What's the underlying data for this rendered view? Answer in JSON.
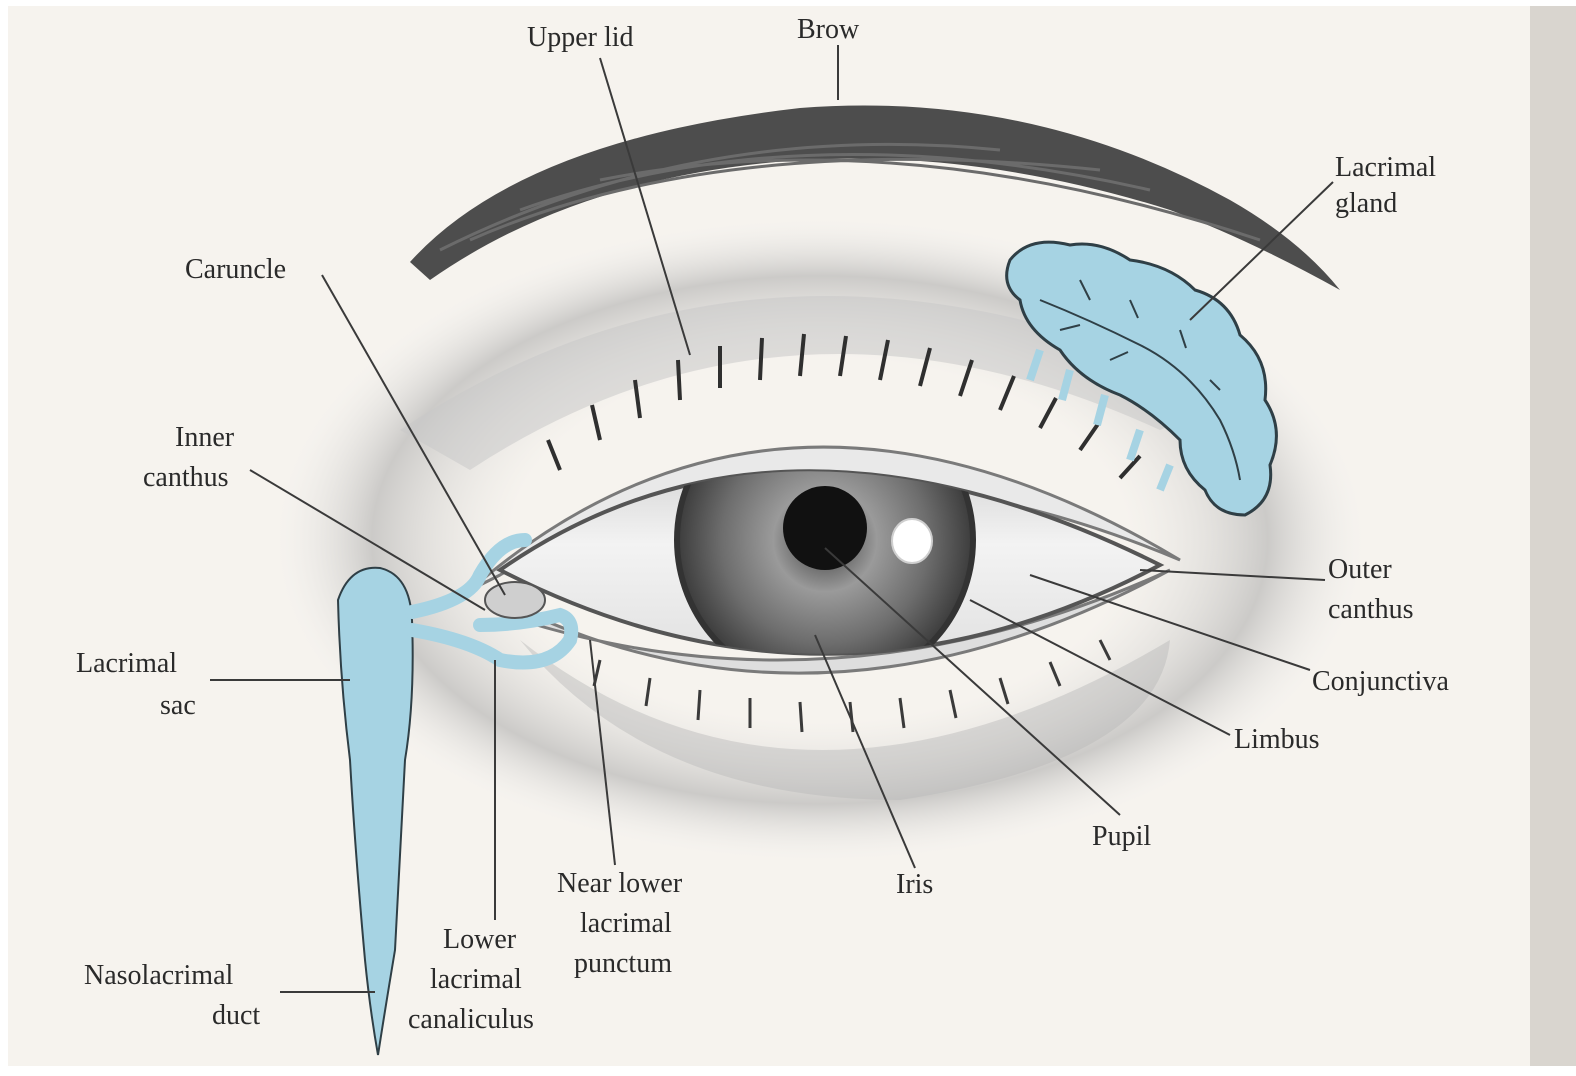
{
  "colors": {
    "paper": "#f6f3ee",
    "lacrimal_blue": "#a6d3e3",
    "ink": "#2a2a2a",
    "leader": "#3a3a3a"
  },
  "labels": {
    "brow": "Brow",
    "upper_lid": "Upper lid",
    "lacrimal_gland_1": "Lacrimal",
    "lacrimal_gland_2": "gland",
    "caruncle": "Caruncle",
    "inner_canthus_1": "Inner",
    "inner_canthus_2": "canthus",
    "outer_canthus_1": "Outer",
    "outer_canthus_2": "canthus",
    "conjunctiva": "Conjunctiva",
    "limbus": "Limbus",
    "lacrimal_sac_1": "Lacrimal",
    "lacrimal_sac_2": "sac",
    "pupil": "Pupil",
    "iris": "Iris",
    "near_lower_punctum_1": "Near lower",
    "near_lower_punctum_2": "lacrimal",
    "near_lower_punctum_3": "punctum",
    "lower_canaliculus_1": "Lower",
    "lower_canaliculus_2": "lacrimal",
    "lower_canaliculus_3": "canaliculus",
    "nasolacrimal_duct_1": "Nasolacrimal",
    "nasolacrimal_duct_2": "duct"
  }
}
